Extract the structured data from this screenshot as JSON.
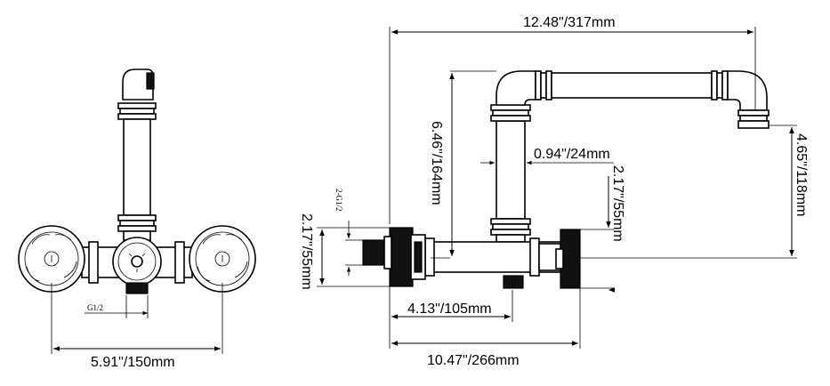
{
  "dimensions": {
    "overall_length": "12.48\"/317mm",
    "spout_height": "6.46\"/164mm",
    "spout_diameter": "0.94\"/24mm",
    "outlet_drop": "4.65\"/118mm",
    "handle_diameter_right": "2.17\"/55mm",
    "handle_diameter_left": "2.17\"/55mm",
    "inlet_offset": "4.13\"/105mm",
    "body_length": "10.47\"/266mm",
    "centers_width": "5.91\"/150mm"
  },
  "thread_labels": {
    "front": "G1/2",
    "side": "2-G1/2"
  }
}
